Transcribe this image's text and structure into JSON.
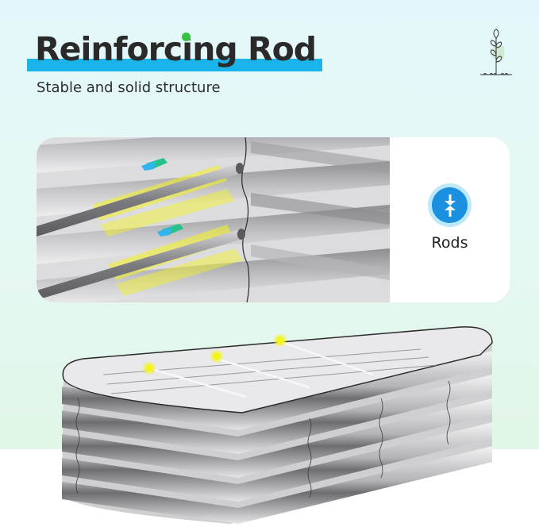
{
  "header": {
    "title": "Reinforcing Rod",
    "subtitle": "Stable and solid structure",
    "accent_bar_color": "#1ab4ea",
    "dot_color": "#34c23f",
    "corner_icon": "plant-sprout-icon"
  },
  "detail_card": {
    "photo": "close-up of reinforcing rods passing through corrugated steel panel",
    "badge_icon": "arrows-compress-icon",
    "badge_color": "#1b8fe0",
    "label": "Rods"
  },
  "product_image": {
    "description": "galvanized oval raised garden bed with highlighted reinforcing rods",
    "highlight_color": "#f4f31e",
    "highlight_points": 3
  }
}
